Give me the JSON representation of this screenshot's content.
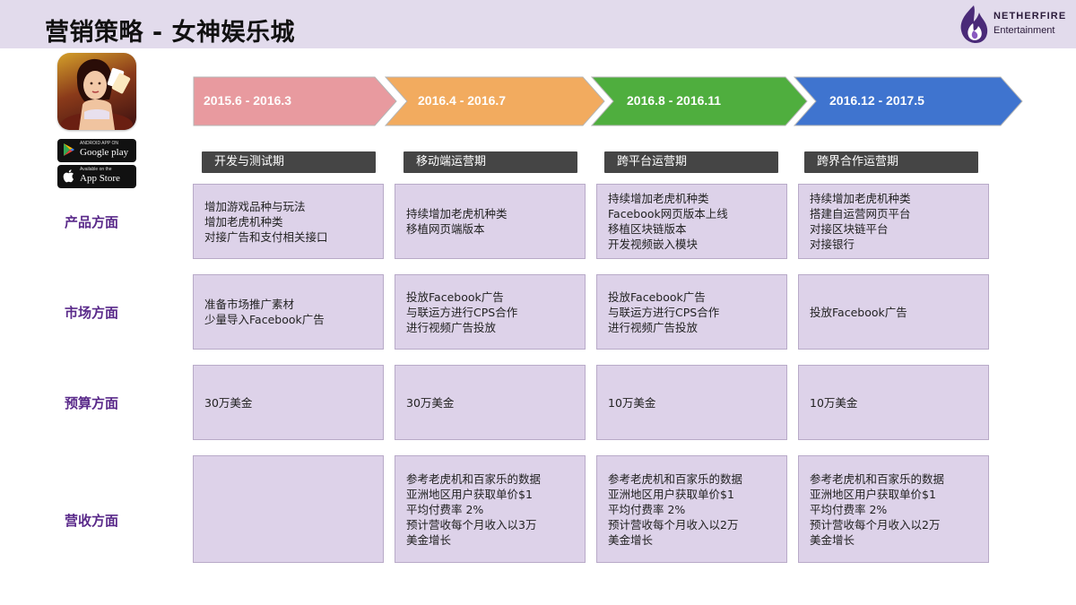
{
  "header": {
    "title": "营销策略 - 女神娱乐城",
    "logo_name": "NETHERFIRE",
    "logo_sub": "Entertainment"
  },
  "badges": {
    "google_small": "ANDROID APP ON",
    "google_big": "Google play",
    "apple_small": "Available on the",
    "apple_big": "App Store"
  },
  "phases": [
    {
      "date": "2015.6 - 2016.3",
      "label": "开发与测试期",
      "color": "#e89a9f"
    },
    {
      "date": "2016.4 - 2016.7",
      "label": "移动端运营期",
      "color": "#f2ab5f"
    },
    {
      "date": "2016.8 - 2016.11",
      "label": "跨平台运营期",
      "color": "#4fae3e"
    },
    {
      "date": "2016.12 - 2017.5",
      "label": "跨界合作运营期",
      "color": "#3f74cf"
    }
  ],
  "rows": [
    {
      "label": "产品方面",
      "cells": [
        [
          "增加游戏品种与玩法",
          "增加老虎机种类",
          "对接广告和支付相关接口"
        ],
        [
          "持续增加老虎机种类",
          "移植网页端版本"
        ],
        [
          "持续增加老虎机种类",
          "Facebook网页版本上线",
          "移植区块链版本",
          "开发视频嵌入模块"
        ],
        [
          "持续增加老虎机种类",
          "搭建自运营网页平台",
          "对接区块链平台",
          "对接银行"
        ]
      ]
    },
    {
      "label": "市场方面",
      "cells": [
        [
          "准备市场推广素材",
          "少量导入Facebook广告"
        ],
        [
          "投放Facebook广告",
          "与联运方进行CPS合作",
          "进行视频广告投放"
        ],
        [
          "投放Facebook广告",
          "与联运方进行CPS合作",
          "进行视频广告投放"
        ],
        [
          "投放Facebook广告"
        ]
      ]
    },
    {
      "label": "预算方面",
      "cells": [
        [
          "30万美金"
        ],
        [
          "30万美金"
        ],
        [
          "10万美金"
        ],
        [
          "10万美金"
        ]
      ]
    },
    {
      "label": "营收方面",
      "cells": [
        [],
        [
          "参考老虎机和百家乐的数据",
          "亚洲地区用户获取单价$1",
          "平均付费率 2%",
          "预计营收每个月收入以3万",
          "美金增长"
        ],
        [
          "参考老虎机和百家乐的数据",
          "亚洲地区用户获取单价$1",
          "平均付费率 2%",
          "预计营收每个月收入以2万",
          "美金增长"
        ],
        [
          "参考老虎机和百家乐的数据",
          "亚洲地区用户获取单价$1",
          "平均付费率 2%",
          "预计营收每个月收入以2万",
          "美金增长"
        ]
      ]
    }
  ]
}
